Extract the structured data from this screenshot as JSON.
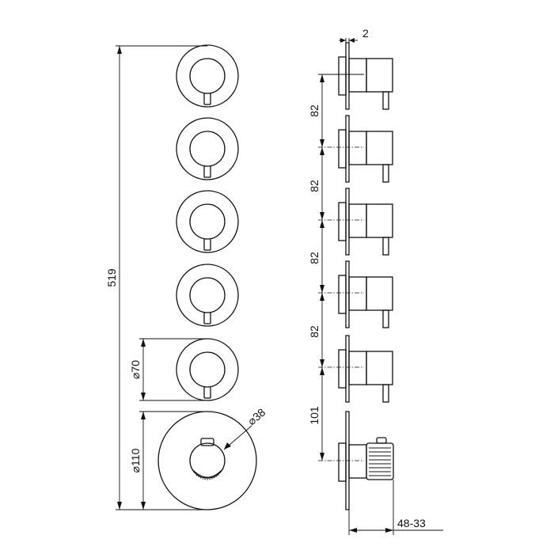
{
  "dimensions": {
    "overall_height": "519",
    "rosette_small_diameter": "⌀70",
    "rosette_large_diameter": "⌀110",
    "knob_diameter": "⌀38",
    "plate_thickness": "2",
    "spacing_1": "82",
    "spacing_2": "82",
    "spacing_3": "82",
    "spacing_4": "82",
    "spacing_5": "101",
    "depth": "48-33"
  },
  "colors": {
    "line": "#111111",
    "background": "#ffffff"
  }
}
